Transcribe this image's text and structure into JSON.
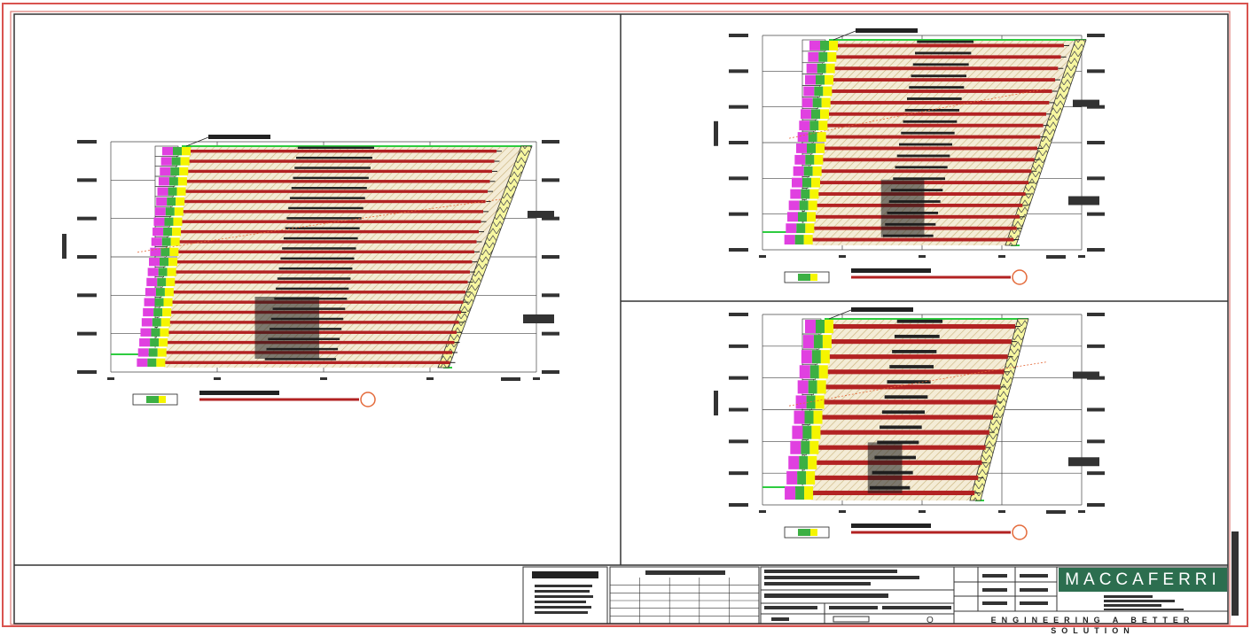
{
  "drawing": {
    "company": "MACCAFERRI",
    "tagline": "ENGINEERING A BETTER SOLUTION",
    "colors": {
      "frame": "#d9534f",
      "reinforcement": "#b22222",
      "facing_green": "#3cb043",
      "facing_yellow": "#f5f500",
      "facing_magenta": "#e040e0",
      "fill_hatch": "#d8c8a0",
      "ground_line": "#2ecc40",
      "logo": "#2c6e4f"
    },
    "sections": [
      {
        "id": "large",
        "layers": 22
      },
      {
        "id": "top-right",
        "layers": 18
      },
      {
        "id": "bottom-right",
        "layers": 12
      }
    ],
    "title_block": {
      "revision_columns": 5,
      "revision_rows": 5
    }
  }
}
